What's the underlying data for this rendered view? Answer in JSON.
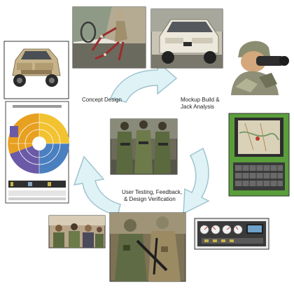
{
  "labels": {
    "concept_design": "Concept Design",
    "mockup_line1": "Mockup Build &",
    "mockup_line2": "Jack Analysis",
    "testing_line1": "User Testing, Feedback,",
    "testing_line2": "& Design Verification"
  },
  "colors": {
    "arrow_fill": "#dff2f6",
    "arrow_stroke": "#9fc4cf",
    "sand": "#c8b48a",
    "sand_dark": "#8e7a54",
    "camo_green": "#5b6a3e",
    "camo_dark": "#3b4526",
    "camo_tan": "#9c8a63",
    "chart_purple": "#6a5aa8",
    "chart_yellow": "#f2c230",
    "chart_blue": "#4a7fc0",
    "panel_dark": "#3a3a3a",
    "terminal_green": "#5a9e3a"
  },
  "panels": [
    {
      "name": "concept-vehicle-render-panel"
    },
    {
      "name": "cab-mannequin-render-panel"
    },
    {
      "name": "mockup-vehicle-photo-panel"
    },
    {
      "name": "soldier-binoculars-photo-panel"
    },
    {
      "name": "accommodation-chart-panel"
    },
    {
      "name": "soldiers-group-photo-panel"
    },
    {
      "name": "terminal-display-panel"
    },
    {
      "name": "briefing-room-photo-panel"
    },
    {
      "name": "soldiers-testing-photo-panel"
    },
    {
      "name": "instrument-cluster-panel"
    }
  ]
}
